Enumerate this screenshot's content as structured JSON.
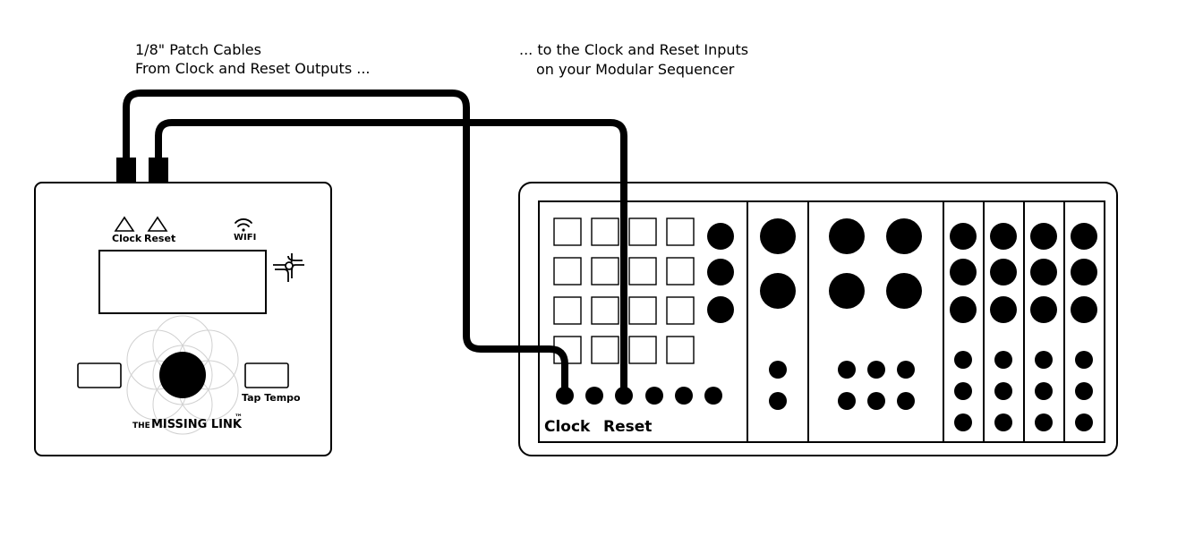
{
  "captions": {
    "left_line1": "1/8\" Patch Cables",
    "left_line2": "From Clock and Reset Outputs ...",
    "right_line1": "... to the Clock and Reset Inputs",
    "right_line2": "on your Modular Sequencer"
  },
  "device": {
    "clock_label": "Clock",
    "reset_label": "Reset",
    "wifi_label": "WIFI",
    "tap_tempo_label": "Tap Tempo",
    "brand_prefix": "THE",
    "brand_name": "MISSING LINK",
    "brand_tm": "™"
  },
  "sequencer": {
    "clock_input_label": "Clock",
    "reset_input_label": "Reset"
  },
  "icons": [
    "warning-triangle-icon",
    "wifi-icon",
    "logo-icon",
    "flower-of-life-icon"
  ],
  "colors": {
    "ink": "#000000",
    "background": "#ffffff"
  }
}
